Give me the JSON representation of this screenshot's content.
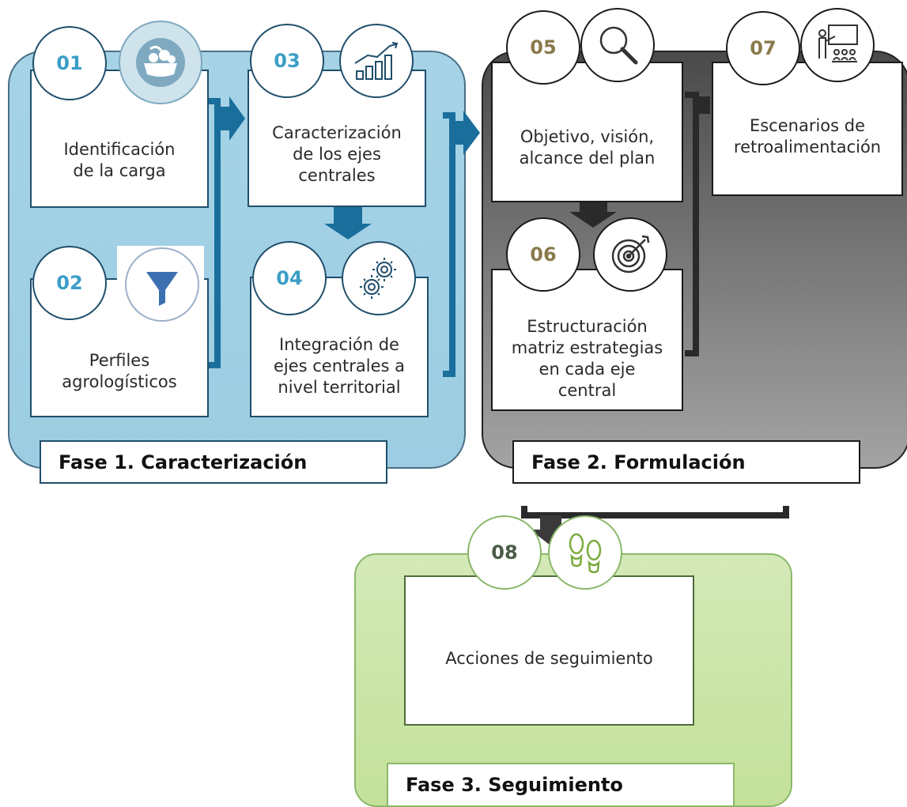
{
  "colors": {
    "phase1_bg": "#a6d3e6",
    "phase2_bg": "#6a6a6a",
    "phase3_bg": "#c8e3a3",
    "arrow_blue": "#1a6e9c",
    "arrow_dark": "#3a3a3a",
    "num_blue": "#3b9ec6",
    "num_olive": "#8a7a4c",
    "num_green": "#4b5d46"
  },
  "phases": [
    {
      "label": "Fase 1. Caracterización"
    },
    {
      "label": "Fase 2. Formulación"
    },
    {
      "label": "Fase 3. Seguimiento"
    }
  ],
  "steps": [
    {
      "num": "01",
      "text": "Identificación\nde la carga",
      "icon": "food-basket-icon"
    },
    {
      "num": "02",
      "text": "Perfiles\nagrologísticos",
      "icon": "funnel-icon"
    },
    {
      "num": "03",
      "text": "Caracterización\nde los ejes\ncentrales",
      "icon": "growth-chart-icon"
    },
    {
      "num": "04",
      "text": "Integración de\nejes centrales a\nnivel territorial",
      "icon": "gears-icon"
    },
    {
      "num": "05",
      "text": "Objetivo, visión,\nalcance del plan",
      "icon": "magnifier-icon"
    },
    {
      "num": "06",
      "text": "Estructuración\nmatriz estrategias\nen cada eje\ncentral",
      "icon": "target-icon"
    },
    {
      "num": "07",
      "text": "Escenarios de\nretroalimentación",
      "icon": "presentation-icon"
    },
    {
      "num": "08",
      "text": "Acciones de seguimiento",
      "icon": "footprints-icon"
    }
  ]
}
